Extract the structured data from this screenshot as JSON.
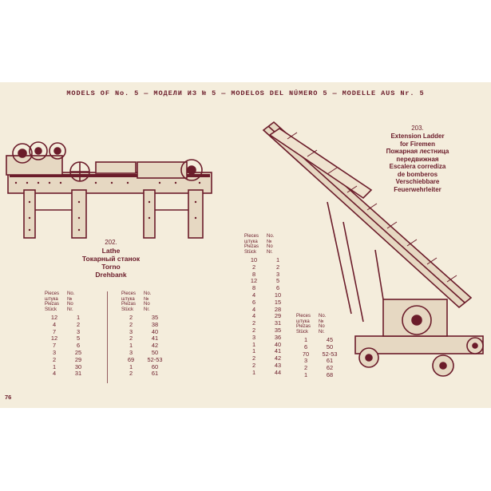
{
  "header": "MODELS OF No. 5 — МОДЕЛИ ИЗ № 5 — MODELOS DEL NÚMERO 5 — MODELLE AUS Nr. 5",
  "page_number": "76",
  "colors": {
    "ink": "#6b1c2a",
    "paper": "#f4eddc"
  },
  "models": [
    {
      "number": "202.",
      "names": [
        "Lathe",
        "Токарный станок",
        "Torno",
        "Drehbank"
      ]
    },
    {
      "number": "203.",
      "names": [
        "Extension Ladder",
        "for Firemen",
        "Пожарная лестница",
        "передвижная",
        "Escalera corrediza",
        "de bomberos",
        "Verschiebbare",
        "Feuerwehrleiter"
      ]
    }
  ],
  "table_header": {
    "pieces": "Pieces\nштука\nPiezas\nStück",
    "no": "No.\n№\nNo\nNr."
  },
  "tables": {
    "lathe_left": [
      [
        "12",
        "1"
      ],
      [
        "4",
        "2"
      ],
      [
        "7",
        "3"
      ],
      [
        "12",
        "5"
      ],
      [
        "7",
        "6"
      ],
      [
        "3",
        "25"
      ],
      [
        "2",
        "29"
      ],
      [
        "1",
        "30"
      ],
      [
        "4",
        "31"
      ]
    ],
    "lathe_right": [
      [
        "2",
        "35"
      ],
      [
        "2",
        "38"
      ],
      [
        "3",
        "40"
      ],
      [
        "2",
        "41"
      ],
      [
        "1",
        "42"
      ],
      [
        "3",
        "50"
      ],
      [
        "69",
        "52-53"
      ],
      [
        "1",
        "60"
      ],
      [
        "2",
        "61"
      ]
    ],
    "ladder_left": [
      [
        "10",
        "1"
      ],
      [
        "2",
        "2"
      ],
      [
        "8",
        "3"
      ],
      [
        "12",
        "5"
      ],
      [
        "8",
        "6"
      ],
      [
        "4",
        "10"
      ],
      [
        "6",
        "15"
      ],
      [
        "4",
        "28"
      ],
      [
        "4",
        "29"
      ],
      [
        "2",
        "31"
      ],
      [
        "2",
        "35"
      ],
      [
        "3",
        "36"
      ],
      [
        "1",
        "40"
      ],
      [
        "1",
        "41"
      ],
      [
        "2",
        "42"
      ],
      [
        "2",
        "43"
      ],
      [
        "1",
        "44"
      ]
    ],
    "ladder_right": [
      [
        "1",
        "45"
      ],
      [
        "6",
        "50"
      ],
      [
        "70",
        "52-53"
      ],
      [
        "3",
        "61"
      ],
      [
        "2",
        "62"
      ],
      [
        "1",
        "68"
      ]
    ]
  }
}
